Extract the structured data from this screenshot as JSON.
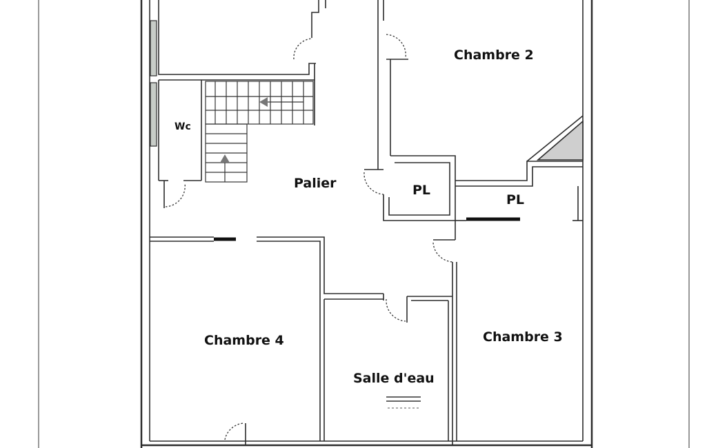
{
  "rooms": {
    "chambre2": "Chambre 2",
    "wc": "Wc",
    "palier": "Palier",
    "pl1": "PL",
    "pl2": "PL",
    "chambre4": "Chambre 4",
    "chambre3": "Chambre 3",
    "salle_eau": "Salle d'eau"
  },
  "colors": {
    "wall": "#2b2b2b",
    "window_fill": "#c8cdc8",
    "arrow": "#777777",
    "shaft": "#cfcfcf"
  },
  "icons": [
    "stair-arrow-left-icon",
    "stair-arrow-up-icon",
    "basin-icon"
  ]
}
